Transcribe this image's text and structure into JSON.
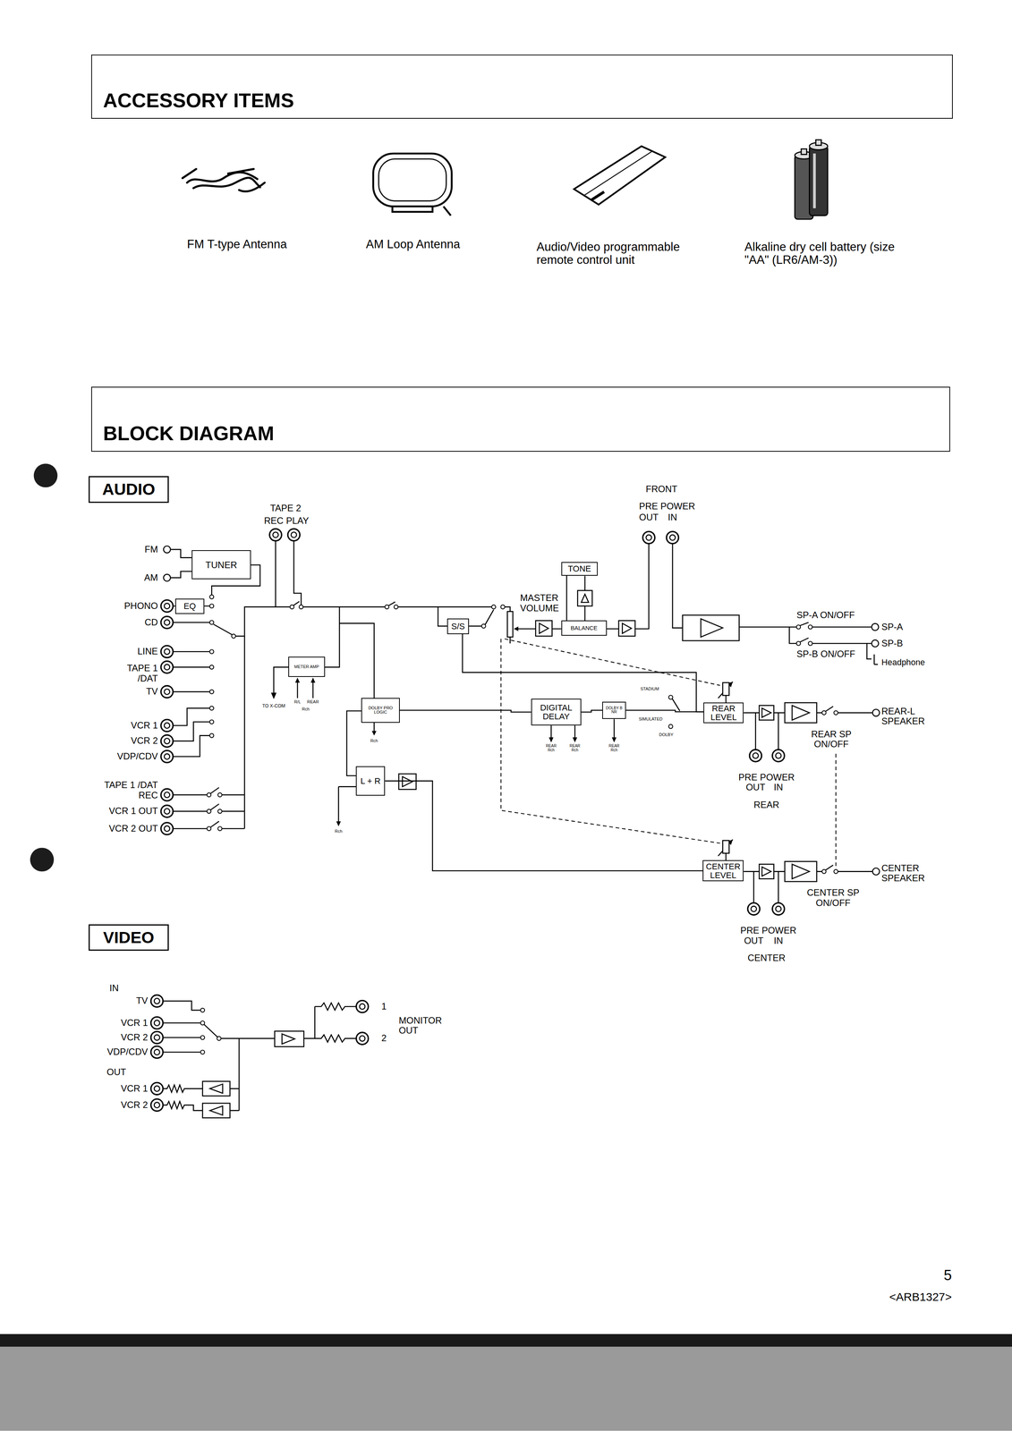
{
  "diagram": {
    "nodes": [
      {
        "text": [
          "ACCESSORY ITEMS"
        ]
      },
      {
        "text": [
          "BLOCK DIAGRAM"
        ]
      },
      {
        "text": [
          "AUDIO"
        ]
      },
      {
        "text": [
          "TUNER"
        ]
      },
      {
        "text": [
          "EQ"
        ]
      },
      {
        "text": [
          "TONE"
        ]
      },
      {
        "text": [
          "S/S"
        ]
      },
      {
        "text": [
          "BALANCE"
        ]
      },
      {
        "text": [
          "METER AMP"
        ]
      },
      {
        "text": [
          "DOLBY PRO LOGIC"
        ]
      },
      {
        "text": [
          "DIGITAL DELAY"
        ]
      },
      {
        "text": [
          "DOLBY B NR"
        ]
      },
      {
        "text": [
          "REAR LEVEL"
        ]
      },
      {
        "text": [
          "L + R"
        ]
      },
      {
        "text": [
          "CENTER LEVEL"
        ]
      },
      {
        "text": [
          "VIDEO"
        ]
      }
    ],
    "edges": [
      {
        "from": 9,
        "to": 10,
        "arrow": "none"
      },
      {
        "from": 10,
        "to": 11,
        "arrow": "none"
      },
      {
        "from": 11,
        "to": 12,
        "arrow": "none"
      },
      {
        "from": 6,
        "to": 12,
        "arrow": "none"
      },
      {
        "from": 5,
        "to": 7,
        "arrow": "none"
      },
      {
        "from": 13,
        "to": 14,
        "arrow": "none"
      }
    ],
    "labels": [
      "FM T-type Antenna",
      "AM Loop Antenna",
      "Audio/Video programmable remote control unit",
      "Alkaline dry cell battery (size \"AA\" (LR6/AM-3))",
      "FM",
      "AM",
      "TAPE 2",
      "REC",
      "PLAY",
      "PHONO",
      "CD",
      "LINE",
      "TAPE 1 /DAT",
      "TV",
      "VCR 1",
      "VCR 2",
      "VDP/CDV",
      "TAPE 1 /DAT REC",
      "VCR 1 OUT",
      "VCR 2 OUT",
      "TO X-COM",
      "R/L",
      "REAR",
      "Rch",
      "Rch",
      "Rch",
      "MASTER VOLUME",
      "FRONT",
      "PRE POWER",
      "OUT",
      "IN",
      "STADIUM",
      "SIMULATED",
      "DOLBY",
      "REAR Rch",
      "REAR Rch",
      "REAR Rch",
      "SP-A ON/OFF",
      "SP-A",
      "SP-B",
      "SP-B ON/OFF",
      "Headphone",
      "REAR-L SPEAKER",
      "REAR SP ON/OFF",
      "PRE POWER",
      "OUT",
      "IN",
      "REAR",
      "CENTER SPEAKER",
      "CENTER SP ON/OFF",
      "PRE POWER",
      "OUT",
      "IN",
      "CENTER",
      "IN",
      "TV",
      "VCR 1",
      "VCR 2",
      "VDP/CDV",
      "OUT",
      "VCR 1",
      "VCR 2",
      "1",
      "2",
      "MONITOR OUT",
      "5",
      "<ARB1327>"
    ]
  }
}
